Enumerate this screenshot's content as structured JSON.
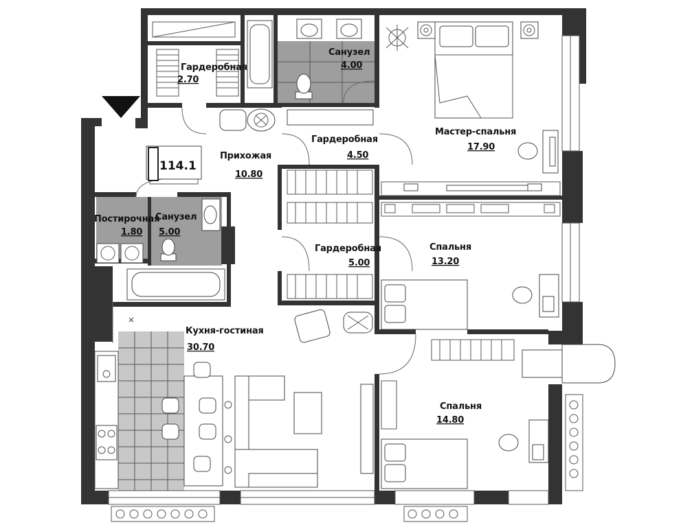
{
  "plan": {
    "total_area": "114.1",
    "rooms": [
      {
        "id": "wardrobe-1",
        "name": "Гардеробная",
        "area": "2.70"
      },
      {
        "id": "bathroom-1",
        "name": "Санузел",
        "area": "4.00"
      },
      {
        "id": "master-bedroom",
        "name": "Мастер-спальня",
        "area": "17.90"
      },
      {
        "id": "hallway",
        "name": "Прихожая",
        "area": "10.80"
      },
      {
        "id": "wardrobe-2",
        "name": "Гардеробная",
        "area": "4.50"
      },
      {
        "id": "laundry",
        "name": "Постирочная",
        "area": "1.80"
      },
      {
        "id": "bathroom-2",
        "name": "Санузел",
        "area": "5.00"
      },
      {
        "id": "wardrobe-3",
        "name": "Гардеробная",
        "area": "5.00"
      },
      {
        "id": "bedroom-1",
        "name": "Спальня",
        "area": "13.20"
      },
      {
        "id": "kitchen-living",
        "name": "Кухня-гостиная",
        "area": "30.70"
      },
      {
        "id": "bedroom-2",
        "name": "Спальня",
        "area": "14.80"
      }
    ],
    "icons": [
      "entrance-arrow-icon",
      "bathtub-icon",
      "toilet-icon",
      "sink-icon",
      "bed-icon",
      "sofa-icon",
      "armchair-icon",
      "washing-machine-icon",
      "stove-icon",
      "plant-icon",
      "desk-icon",
      "dining-table-icon"
    ]
  }
}
